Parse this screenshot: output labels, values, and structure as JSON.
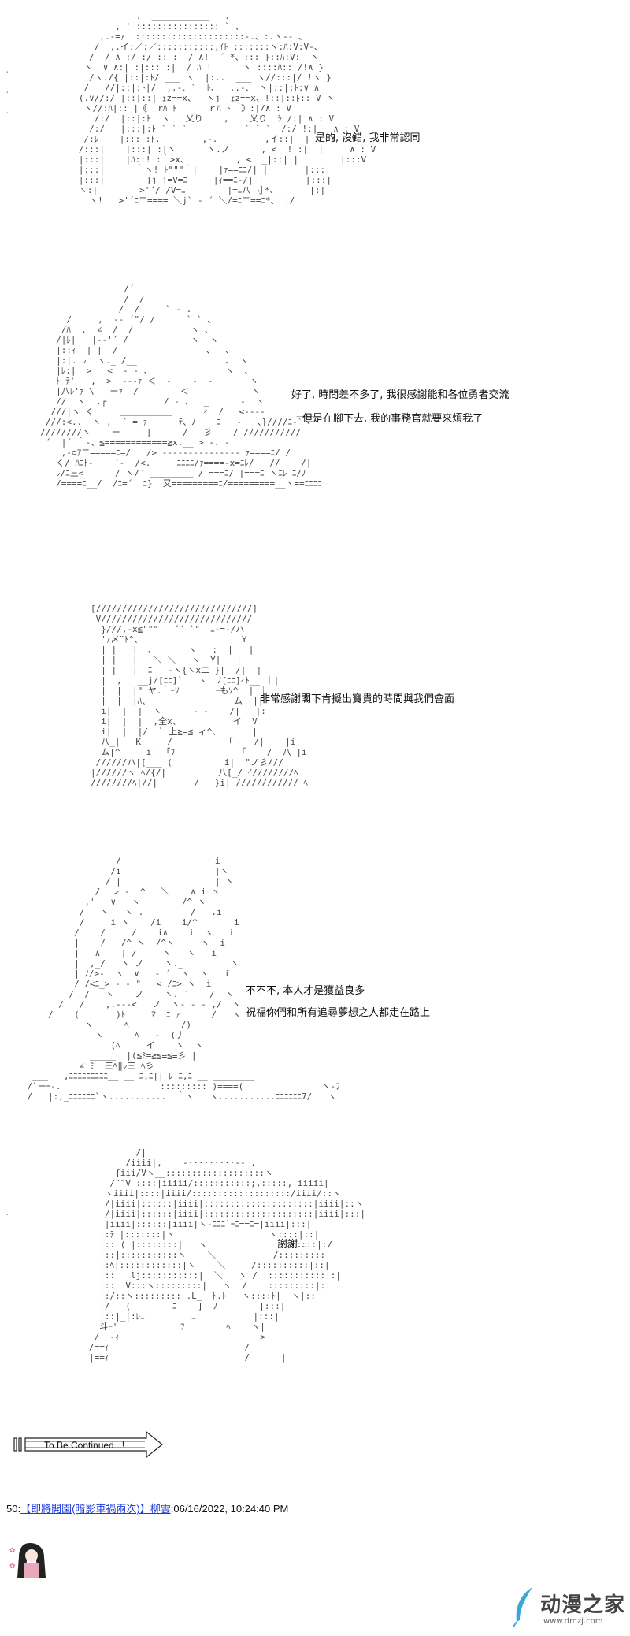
{
  "dialogues": {
    "line1": "是的, 沒錯, 我非常認同",
    "line2a": "好了, 時間差不多了, 我很感謝能和各位勇者交流",
    "line2b": "但是在腳下去, 我的事務官就要來煩我了",
    "line3": "非常感謝閣下肯擬出寶貴的時間與我們會面",
    "line4a": "不不不, 本人才是獲益良多",
    "line4b": "祝福你們和所有追尋夢想之人都走在路上",
    "line5": "謝謝..."
  },
  "continued": "To Be Continued...!",
  "post": {
    "number": "50:",
    "name": "【即將開園(暗影車禍兩次)】柳雲",
    "date": ":06/16/2022, 10:24:40 PM"
  },
  "watermark": {
    "text": "动漫之家",
    "url": "www.dmzj.com"
  },
  "colors": {
    "link": "#1d3bd6",
    "art": "#444444"
  }
}
